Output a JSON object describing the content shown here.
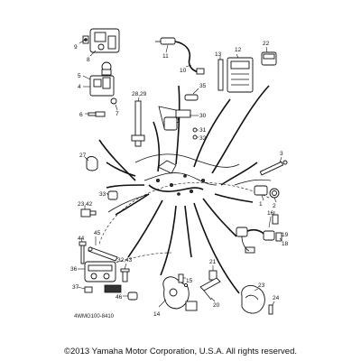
{
  "diagram": {
    "reference_code": "4WMG100-8410",
    "copyright": "©2013 Yamaha Motor Corporation, U.S.A. All rights reserved.",
    "callouts": [
      {
        "id": "c9",
        "label": "9"
      },
      {
        "id": "c8",
        "label": "8"
      },
      {
        "id": "c11",
        "label": "11"
      },
      {
        "id": "c10",
        "label": "10"
      },
      {
        "id": "c13",
        "label": "13"
      },
      {
        "id": "c12",
        "label": "12"
      },
      {
        "id": "c22",
        "label": "22"
      },
      {
        "id": "c5",
        "label": "5"
      },
      {
        "id": "c4",
        "label": "4"
      },
      {
        "id": "c7",
        "label": "7"
      },
      {
        "id": "c6",
        "label": "6"
      },
      {
        "id": "c2829",
        "label": "28,29"
      },
      {
        "id": "c35",
        "label": "35"
      },
      {
        "id": "c30",
        "label": "30"
      },
      {
        "id": "c31",
        "label": "31"
      },
      {
        "id": "c32",
        "label": "32"
      },
      {
        "id": "c27",
        "label": "27"
      },
      {
        "id": "c3",
        "label": "3"
      },
      {
        "id": "c1",
        "label": "1"
      },
      {
        "id": "c2",
        "label": "2"
      },
      {
        "id": "c33",
        "label": "33"
      },
      {
        "id": "c2342",
        "label": "23,42"
      },
      {
        "id": "c16",
        "label": "16"
      },
      {
        "id": "c19",
        "label": "19"
      },
      {
        "id": "c18",
        "label": "18"
      },
      {
        "id": "c44",
        "label": "44"
      },
      {
        "id": "c45",
        "label": "45"
      },
      {
        "id": "c36",
        "label": "36"
      },
      {
        "id": "c3243",
        "label": "32,43"
      },
      {
        "id": "c21",
        "label": "21"
      },
      {
        "id": "c15",
        "label": "15"
      },
      {
        "id": "c37",
        "label": "37"
      },
      {
        "id": "c46",
        "label": "46"
      },
      {
        "id": "c14",
        "label": "14"
      },
      {
        "id": "c20",
        "label": "20"
      },
      {
        "id": "c23",
        "label": "23"
      },
      {
        "id": "c24",
        "label": "24"
      }
    ]
  }
}
